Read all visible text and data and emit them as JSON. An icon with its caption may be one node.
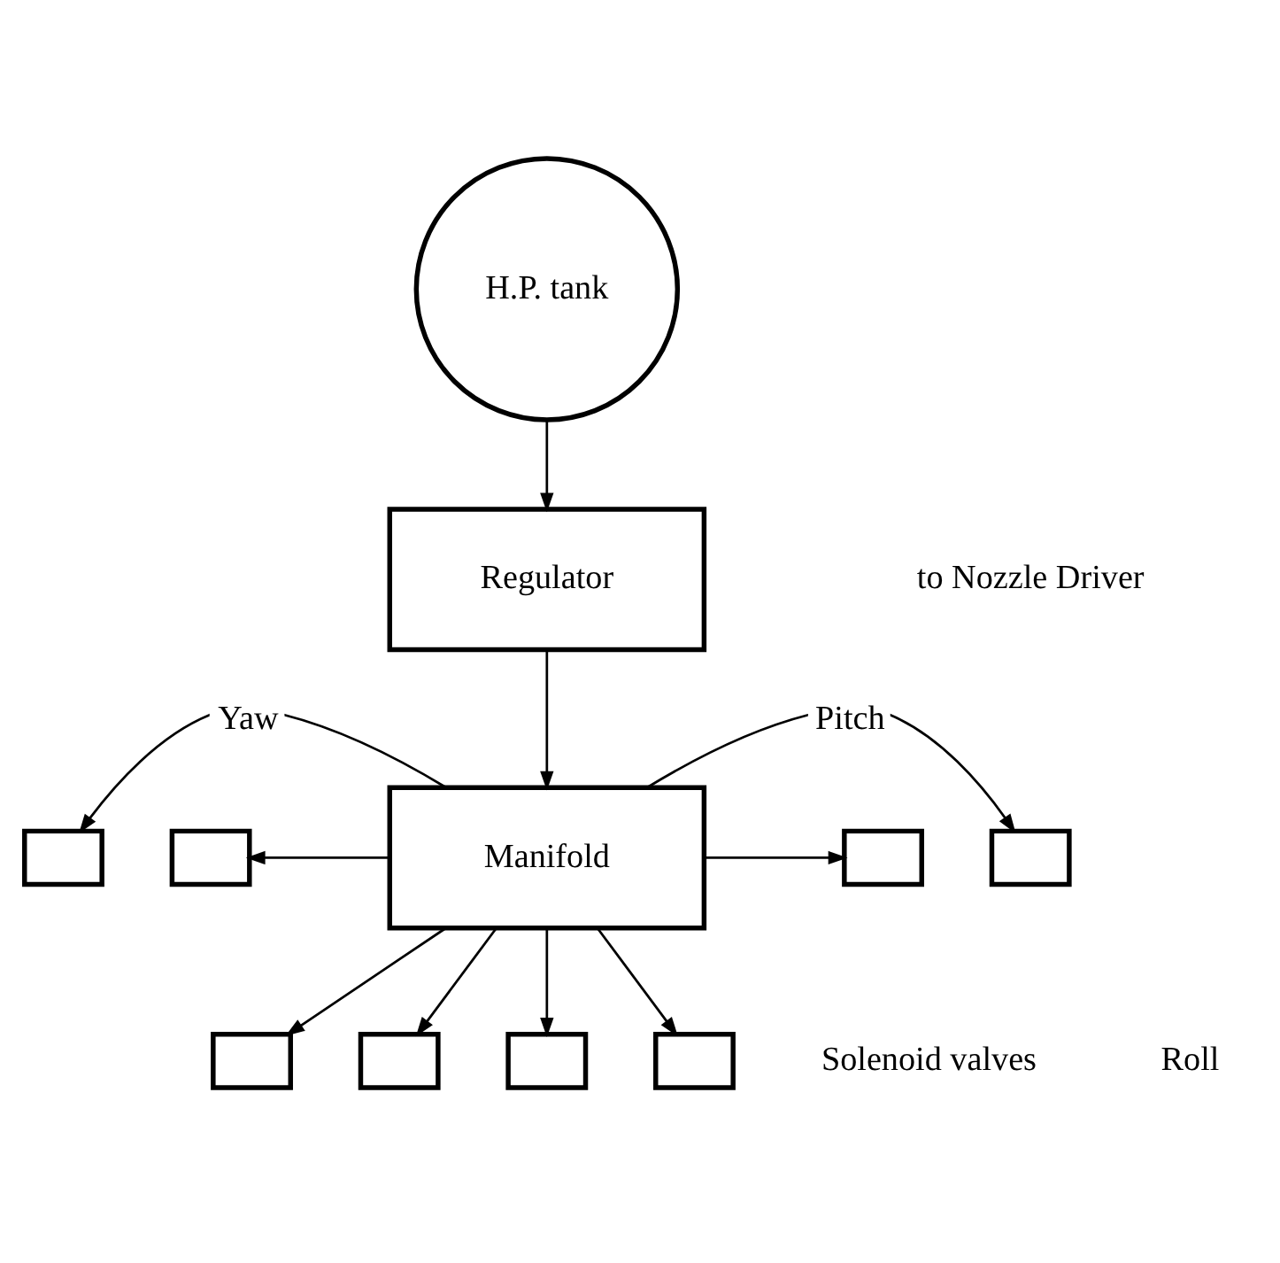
{
  "diagram": {
    "nodes": [
      {
        "text": [
          "H.P. tank"
        ]
      },
      {
        "text": [
          "Regulator"
        ]
      },
      {
        "text": [
          "Manifold"
        ]
      },
      {
        "text": [],
        "shape": "box"
      },
      {
        "text": [],
        "shape": "box"
      },
      {
        "text": [],
        "shape": "box"
      },
      {
        "text": [],
        "shape": "box"
      },
      {
        "text": [],
        "shape": "box"
      },
      {
        "text": [],
        "shape": "box"
      },
      {
        "text": [],
        "shape": "box"
      },
      {
        "text": [],
        "shape": "box"
      }
    ],
    "edges": [
      {
        "from": 0,
        "to": 1,
        "arrow": "to"
      },
      {
        "from": 1,
        "to": 2,
        "arrow": "to"
      },
      {
        "from": 2,
        "to": 3,
        "arrow": "to",
        "label": "Yaw"
      },
      {
        "from": 2,
        "to": 4,
        "arrow": "to"
      },
      {
        "from": 2,
        "to": 5,
        "arrow": "to",
        "label": "Pitch"
      },
      {
        "from": 2,
        "to": 6,
        "arrow": "to"
      },
      {
        "from": 2,
        "to": 7,
        "arrow": "to"
      },
      {
        "from": 2,
        "to": 8,
        "arrow": "to"
      },
      {
        "from": 2,
        "to": 9,
        "arrow": "to"
      },
      {
        "from": 2,
        "to": 10,
        "arrow": "to"
      }
    ],
    "labels": [
      "to Nozzle Driver",
      "Solenoid valves",
      "Roll"
    ]
  }
}
